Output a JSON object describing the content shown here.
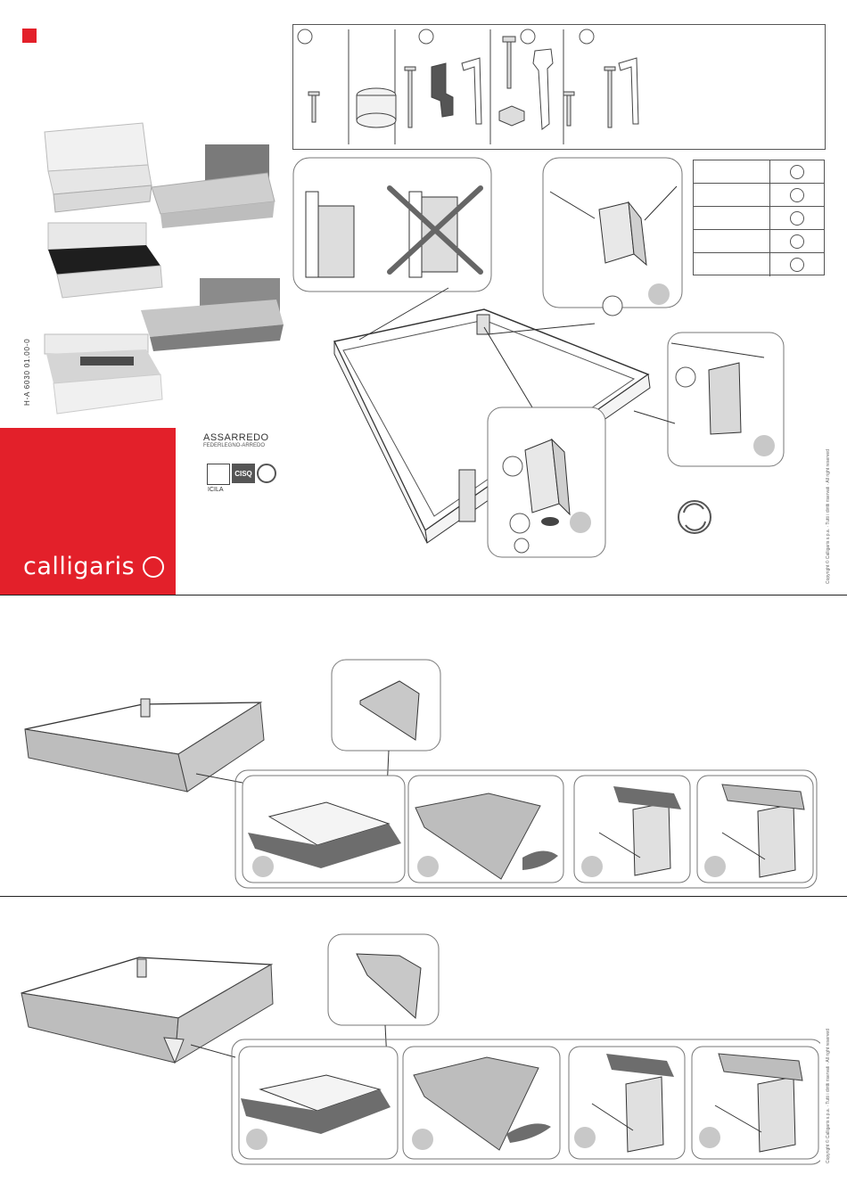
{
  "document": {
    "doc_code": "H-A 6030 01.00-0",
    "brand": "calligaris",
    "association": "ASSARREDO",
    "association_sub": "FEDERLEGNO-ARREDO",
    "cert_icila": "ICILA",
    "cert_cisq": "CISQ",
    "copyright": "Copyright © Calligaris s.p.a. · Tutti i diritti riservati · All right reserved"
  },
  "colors": {
    "brand_red": "#e3202a",
    "line": "#444444",
    "fabric": "#bdbdbd",
    "fabric_dark": "#6d6d6d",
    "step_circle": "#c8c8c8"
  },
  "icons": [
    "screw-count-badge-icon",
    "rotate-arrows-icon",
    "allen-key-icon",
    "wrench-icon"
  ]
}
